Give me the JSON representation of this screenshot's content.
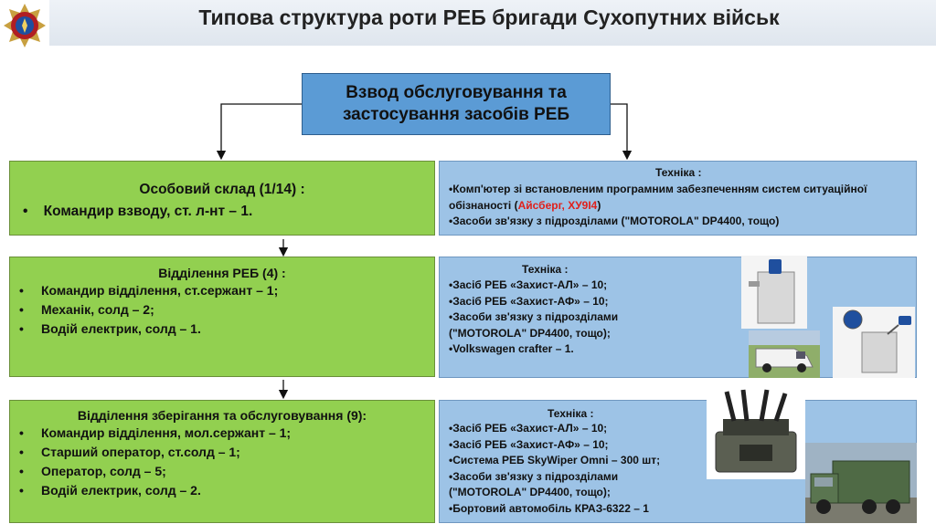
{
  "header": {
    "title": "Типова структура роти РЕБ бригади Сухопутних військ",
    "logo_icon": "emblem-icon"
  },
  "top_box": {
    "line1": "Взвод обслуговування та",
    "line2": "застосування засобів РЕБ"
  },
  "personnel": {
    "heading": "Особовий склад (1/14) :",
    "item": "Командир взводу, ст. л-нт – 1."
  },
  "tech1": {
    "heading": "Техніка :",
    "line1a": "•Комп'ютер зі встановленим програмним забезпеченням систем ситуаційної",
    "line1b_pre": "обізнаності (",
    "line1b_red": "Айсберг, ХУ9І4",
    "line1b_post": ")",
    "line2": "•Засоби зв'язку з підрозділами (\"MOTOROLA\" DP4400, тощо)"
  },
  "squad1": {
    "heading": "Відділення РЕБ (4) :",
    "items": [
      "Командир відділення, ст.сержант  – 1;",
      "Механік, солд – 2;",
      "Водій електрик, солд – 1."
    ]
  },
  "tech2": {
    "heading": "Техніка :",
    "items": [
      "•Засіб РЕБ «Захист-АЛ» – 10;",
      "•Засіб РЕБ «Захист-АФ» – 10;",
      "•Засоби зв'язку з підрозділами",
      "(\"MOTOROLA\" DP4400, тощо);",
      "•Volkswagen crafter – 1."
    ]
  },
  "squad2": {
    "heading": "Відділення зберігання та обслуговування (9):",
    "items": [
      "Командир відділення, мол.сержант  – 1;",
      "Старший оператор, ст.солд – 1;",
      "Оператор, солд – 5;",
      "Водій електрик, солд – 2."
    ]
  },
  "tech3": {
    "heading": "Техніка :",
    "items": [
      "•Засіб РЕБ «Захист-АЛ» – 10;",
      "•Засіб РЕБ «Захист-АФ» – 10;",
      "•Система РЕБ SkyWiper Omni – 300 шт;",
      "•Засоби зв'язку з підрозділами",
      "(\"MOTOROLA\" DP4400, тощо);",
      "•Бортовий автомобіль КРАЗ-6322 – 1"
    ]
  },
  "colors": {
    "blue_box": "#5b9bd5",
    "green_box": "#92d050",
    "light_blue_box": "#9dc3e6",
    "highlight_red": "#e0201b"
  }
}
